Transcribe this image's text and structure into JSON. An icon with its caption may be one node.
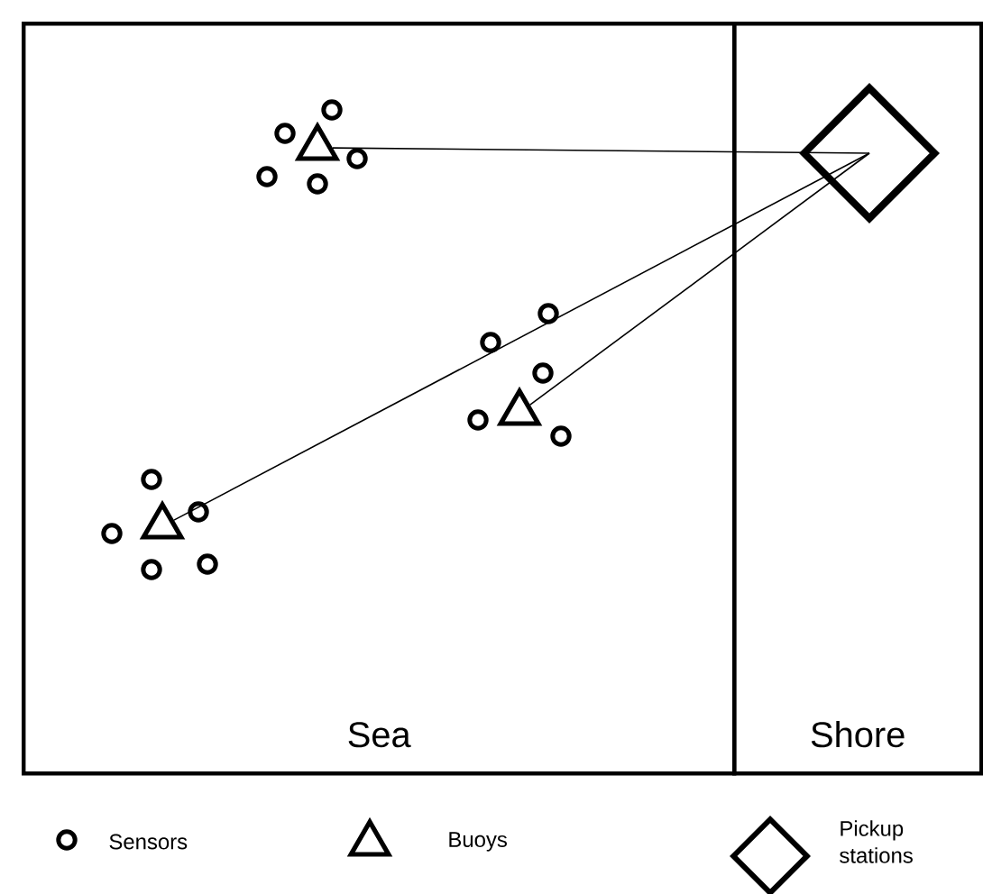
{
  "diagram": {
    "nodes": [
      {
        "text": [
          "Sea"
        ]
      },
      {
        "text": [
          "Shore"
        ]
      },
      {
        "text": [],
        "shape": "triangle",
        "in": 0
      },
      {
        "text": [],
        "shape": "triangle",
        "in": 0
      },
      {
        "text": [],
        "shape": "triangle",
        "in": 0
      },
      {
        "text": [],
        "shape": "diamond",
        "in": 1
      }
    ],
    "edges": [
      {
        "from": 2,
        "to": 5,
        "arrow": "none"
      },
      {
        "from": 3,
        "to": 5,
        "arrow": "none"
      },
      {
        "from": 4,
        "to": 5,
        "arrow": "none"
      }
    ],
    "legend": [
      {
        "text": "Sensors"
      },
      {
        "text": "Buoys"
      },
      {
        "text": "Pickup stations"
      }
    ]
  }
}
